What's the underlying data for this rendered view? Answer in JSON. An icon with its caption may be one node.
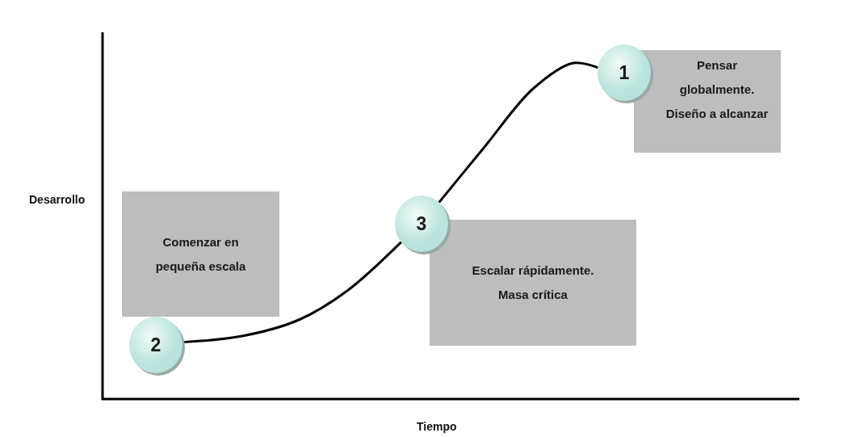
{
  "diagram": {
    "nodes": [
      {
        "text": [
          "1"
        ]
      },
      {
        "text": [
          "Pensar globalmente. Diseño a alcanzar"
        ]
      },
      {
        "text": [
          "Comenzar en pequeña escala"
        ]
      },
      {
        "text": [
          "3"
        ]
      },
      {
        "text": [
          "Escalar rápidamente. Masa crítica"
        ]
      },
      {
        "text": [
          "2"
        ]
      }
    ],
    "edges": [
      {
        "from": 5,
        "to": 3,
        "arrow": "none"
      },
      {
        "from": 3,
        "to": 0,
        "arrow": "none"
      }
    ],
    "labels": [
      "Desarrollo",
      "Tiempo"
    ]
  }
}
